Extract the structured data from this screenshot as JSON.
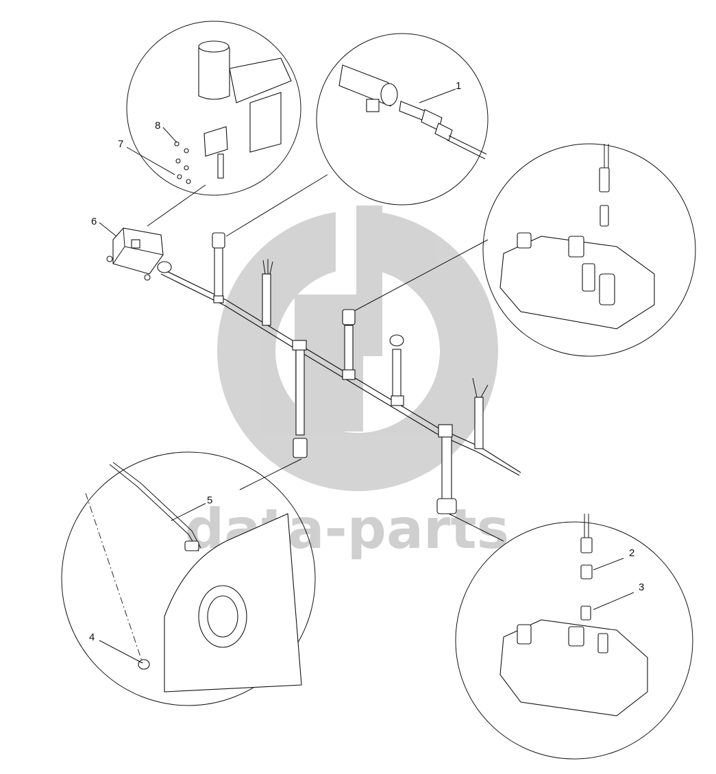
{
  "watermark": {
    "text": "data-parts",
    "logo_color": "#cfcfcf"
  },
  "callouts": [
    {
      "id": "1",
      "label": "1"
    },
    {
      "id": "2",
      "label": "2"
    },
    {
      "id": "3",
      "label": "3"
    },
    {
      "id": "4",
      "label": "4"
    },
    {
      "id": "5",
      "label": "5"
    },
    {
      "id": "6",
      "label": "6"
    },
    {
      "id": "7",
      "label": "7"
    },
    {
      "id": "8",
      "label": "8"
    }
  ]
}
